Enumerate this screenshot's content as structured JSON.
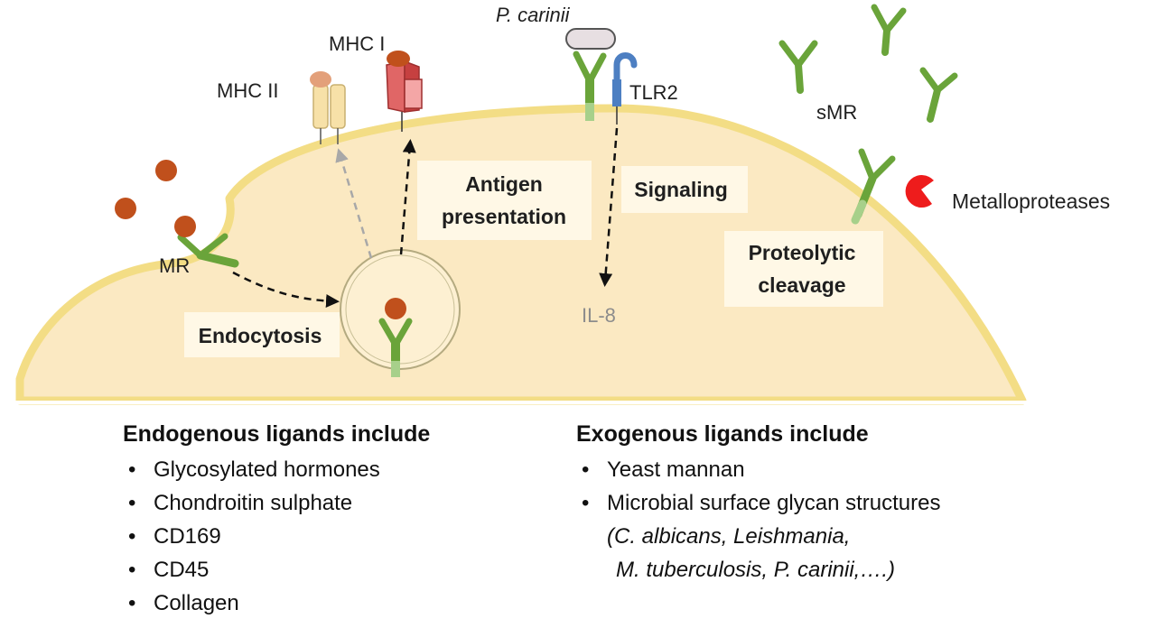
{
  "labels": {
    "mhc2": "MHC II",
    "mhc1": "MHC I",
    "p_carinii": "P. carinii",
    "tlr2": "TLR2",
    "smr": "sMR",
    "metalloproteases": "Metalloproteases",
    "mr": "MR",
    "antigen_line1": "Antigen",
    "antigen_line2": "presentation",
    "signaling": "Signaling",
    "proteolytic_line1": "Proteolytic",
    "proteolytic_line2": "cleavage",
    "endocytosis": "Endocytosis",
    "il8": "IL-8"
  },
  "endogenous": {
    "title": "Endogenous ligands include",
    "items": [
      "Glycosylated hormones",
      "Chondroitin sulphate",
      "CD169",
      "CD45",
      "Collagen"
    ]
  },
  "exogenous": {
    "title": "Exogenous ligands include",
    "items": [
      "Yeast mannan",
      "Microbial surface glycan structures"
    ],
    "continuation_line1": "(C. albicans, Leishmania,",
    "continuation_line2": "M. tuberculosis, P. carinii,….)"
  },
  "colors": {
    "cell_fill": "#fbe9c2",
    "membrane": "#f3dd85",
    "receptor_green": "#6aa43a",
    "ligand_brown": "#c0501c",
    "metalloprotease_red": "#ee1c1c",
    "tlr2_blue": "#4d7fc2",
    "mhc1_red": "#e06666",
    "mhc2_cream": "#f7e1a8"
  }
}
